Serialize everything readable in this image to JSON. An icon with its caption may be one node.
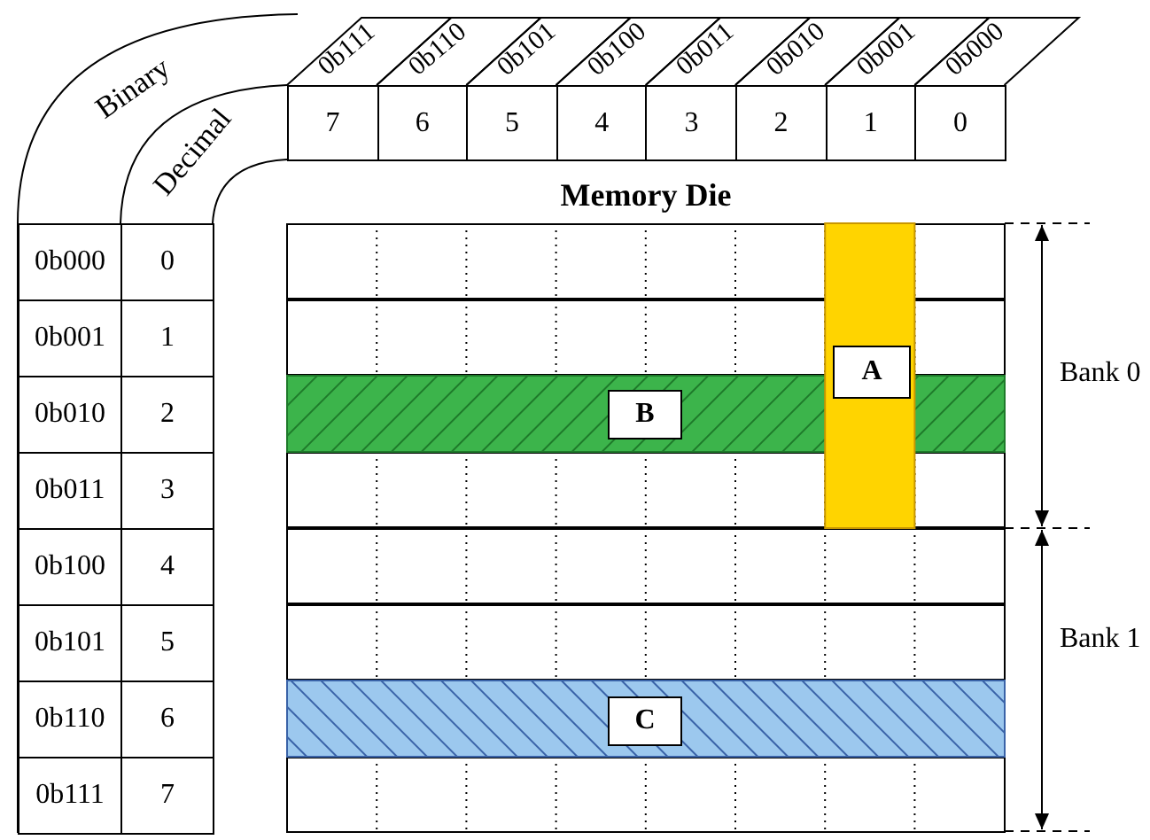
{
  "diagram": {
    "nodes": [
      {
        "text": [
          "Memory Die"
        ]
      },
      {
        "text": [
          "A"
        ],
        "in": 0
      },
      {
        "text": [
          "B"
        ],
        "in": 0
      },
      {
        "text": [
          "C"
        ],
        "in": 0
      }
    ],
    "labels": [
      "Binary",
      "Decimal",
      "0b111",
      "0b110",
      "0b101",
      "0b100",
      "0b011",
      "0b010",
      "0b001",
      "0b000",
      "7",
      "6",
      "5",
      "4",
      "3",
      "2",
      "1",
      "0",
      "0b000",
      "0",
      "0b001",
      "1",
      "0b010",
      "2",
      "0b011",
      "3",
      "0b100",
      "4",
      "0b101",
      "5",
      "0b110",
      "6",
      "0b111",
      "7",
      "Bank 0",
      "Bank 1"
    ]
  }
}
